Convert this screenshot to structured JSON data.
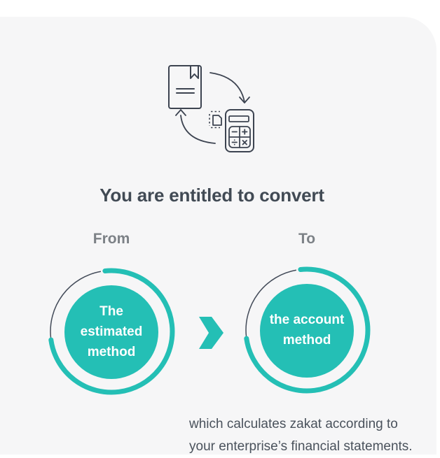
{
  "card": {
    "heading": "You are entitled to convert",
    "from_label": "From",
    "to_label": "To",
    "from_circle": {
      "lines": [
        "The",
        "estimated",
        "method"
      ]
    },
    "to_circle": {
      "lines": [
        "the account",
        "method"
      ]
    },
    "description": {
      "line1": "which calculates zakat according to",
      "line2": "your enterprise’s financial statements."
    },
    "illustration_icons": [
      "document-icon",
      "calculator-icon",
      "scan-document-icon",
      "arrow-curved-right-icon",
      "arrow-curved-left-icon"
    ],
    "colors": {
      "teal_accent": "#24bfb5",
      "card_background": "#f6f6f7",
      "page_background": "#ffffff",
      "heading_text": "#414a54",
      "label_gray": "#7c8186",
      "body_text": "#4a525c",
      "outline_dark": "#3d4451",
      "ring_dark": "#434b59",
      "circle_text": "#ffffff"
    }
  }
}
